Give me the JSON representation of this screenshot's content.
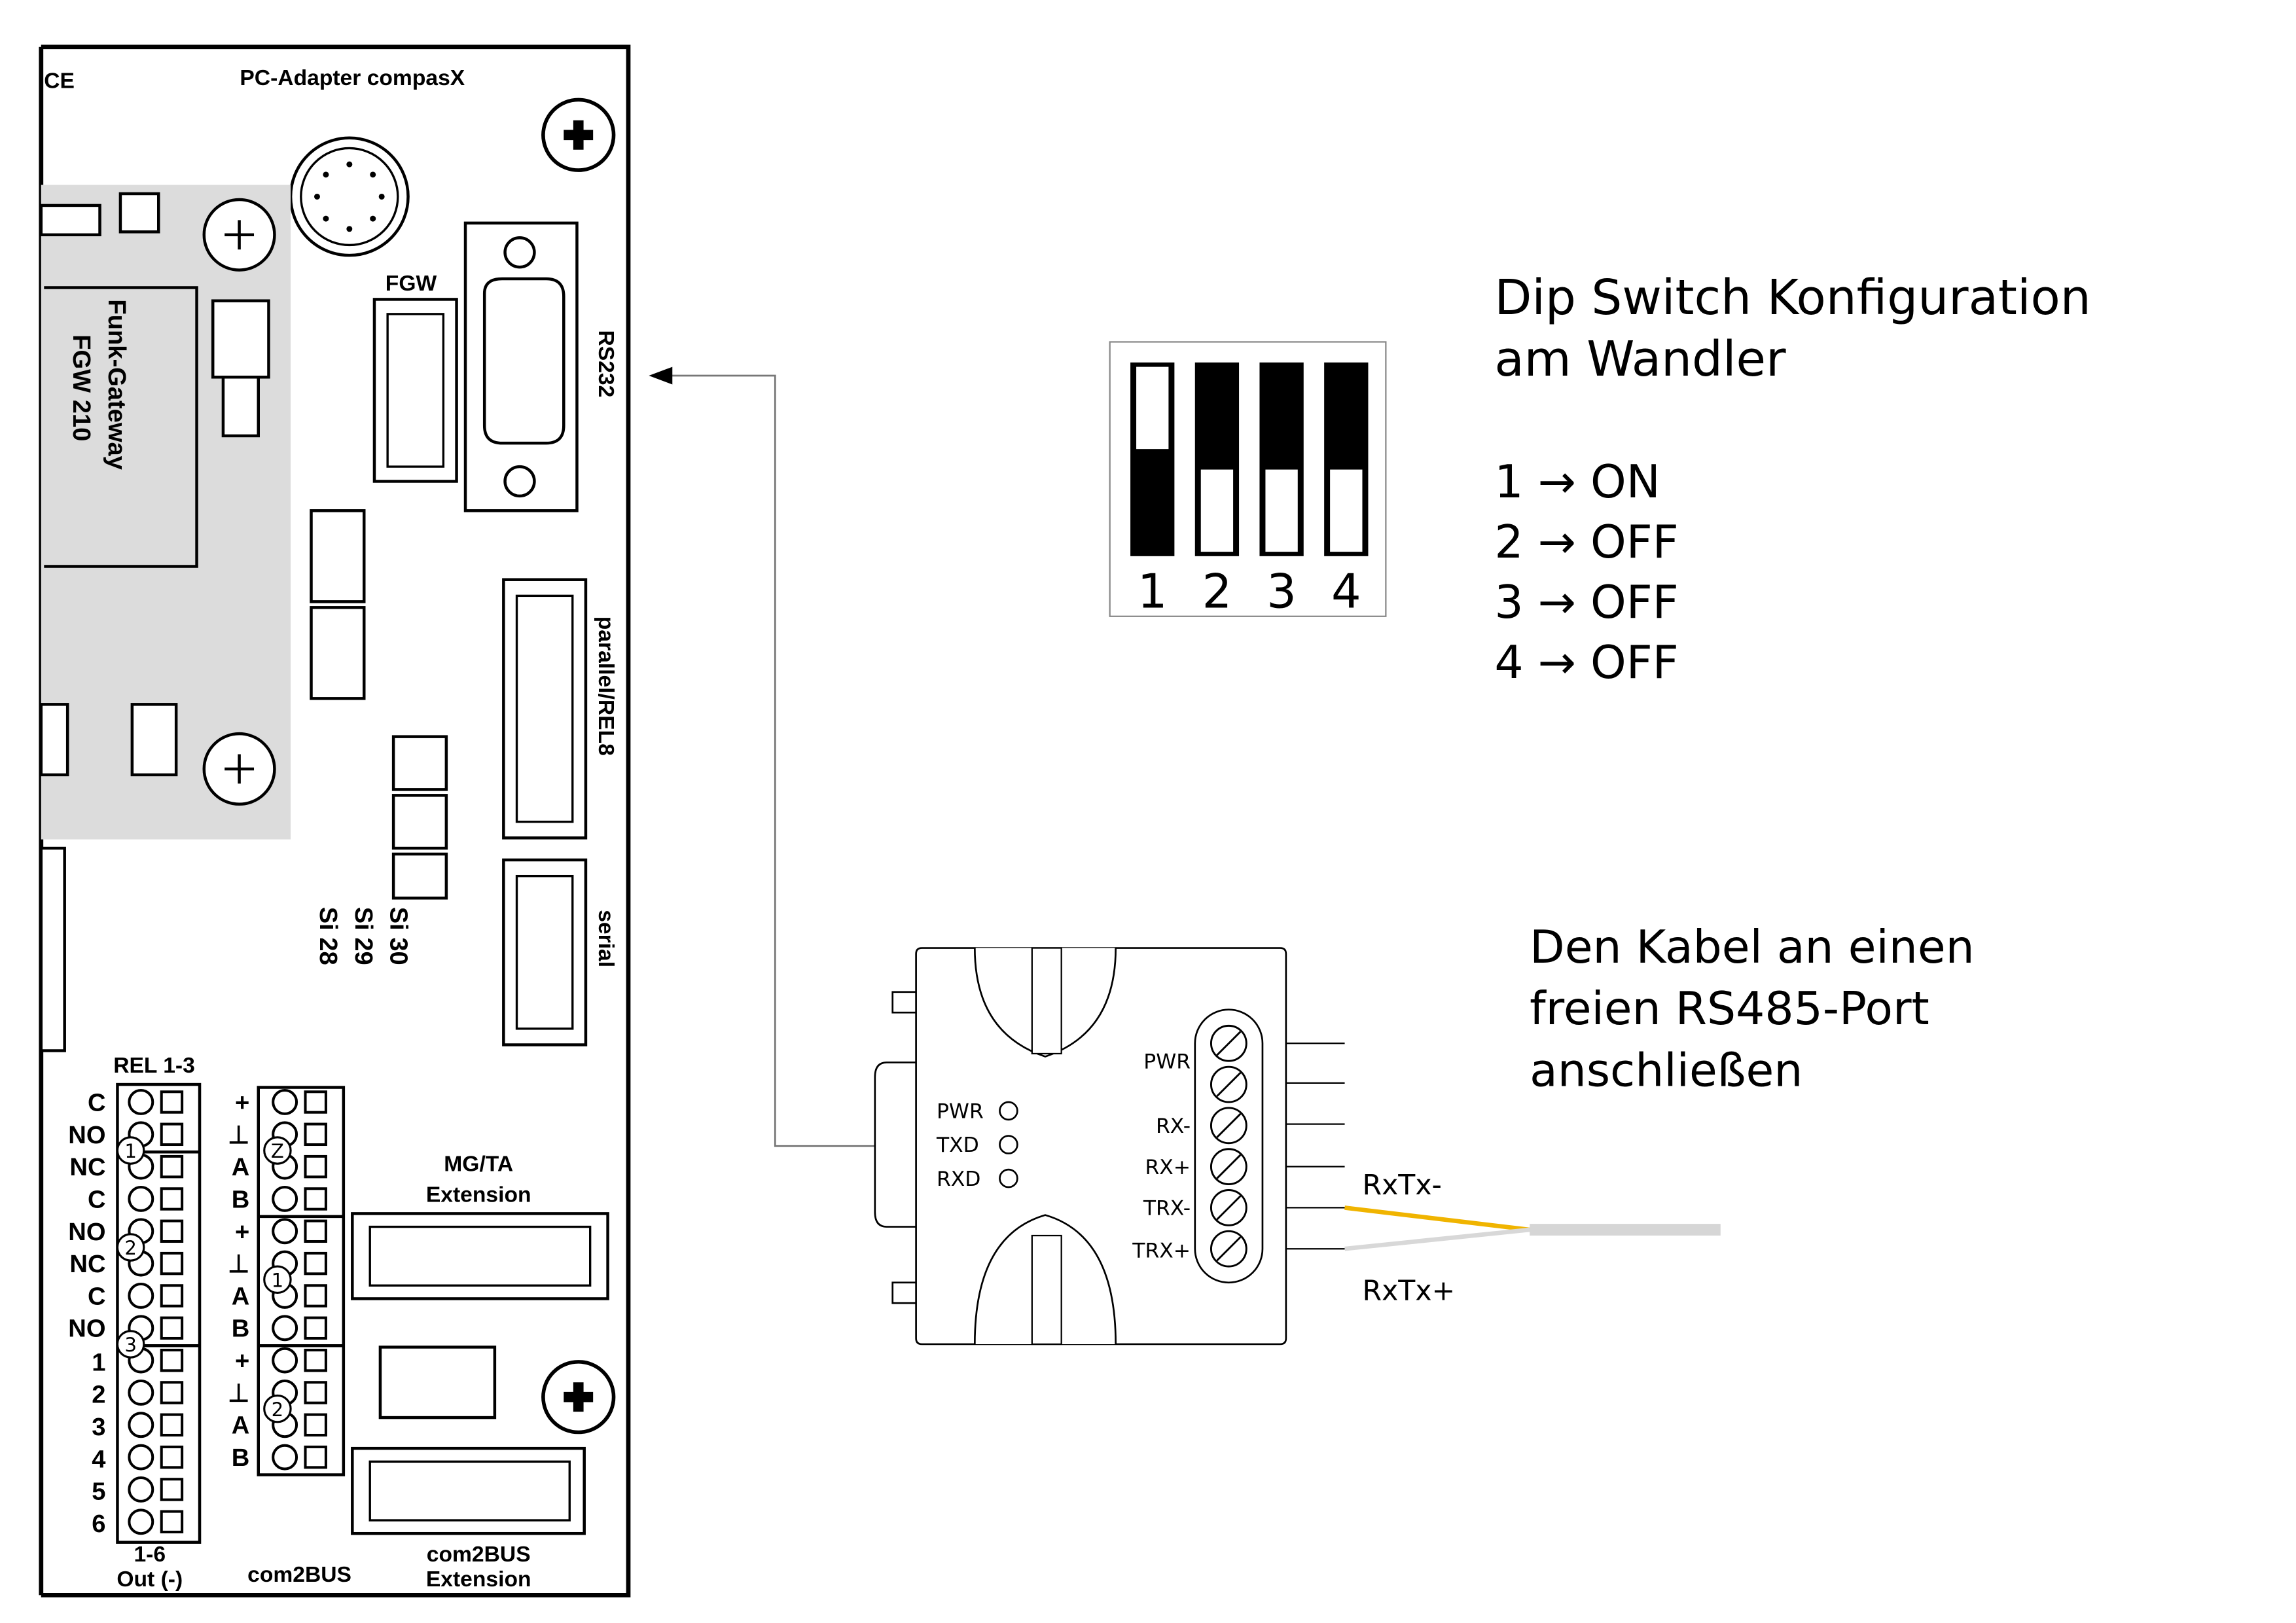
{
  "board": {
    "top_left_label": "CE",
    "pc_adapter": "PC-Adapter compasX",
    "fgw_label": "FGW",
    "rs232_label": "RS232",
    "gateway_line1": "Funk-Gateway",
    "gateway_line2": "FGW 210",
    "parallel_label": "parallel/REL8",
    "serial_label": "serial",
    "si_labels": [
      "Si 28",
      "Si 29",
      "Si 30"
    ],
    "rel_header": "REL 1-3",
    "rel_pins": [
      "C",
      "NO",
      "NC",
      "C",
      "NO",
      "NC",
      "C",
      "NO"
    ],
    "rel_markers": [
      "1",
      "2",
      "3"
    ],
    "out_pins": [
      "1",
      "2",
      "3",
      "4",
      "5",
      "6"
    ],
    "out_footer_line1": "1-6",
    "out_footer_line2": "Out (-)",
    "bus_pins": [
      "+",
      "⊥",
      "A",
      "B",
      "+",
      "⊥",
      "A",
      "B",
      "+",
      "⊥",
      "A",
      "B"
    ],
    "bus_markers": [
      "Z",
      "1",
      "2"
    ],
    "com2bus_label": "com2BUS",
    "mgta_line1": "MG/TA",
    "mgta_line2": "Extension",
    "com2bus_ext_line1": "com2BUS",
    "com2bus_ext_line2": "Extension"
  },
  "dip": {
    "title_line1": "Dip Switch Konfiguration",
    "title_line2": "am Wandler",
    "numbers": [
      "1",
      "2",
      "3",
      "4"
    ],
    "states": [
      "ON",
      "OFF",
      "OFF",
      "OFF"
    ],
    "config_lines": [
      "1 → ON",
      "2 → OFF",
      "3 → OFF",
      "4 → OFF"
    ]
  },
  "converter": {
    "leds": [
      "PWR",
      "TXD",
      "RXD"
    ],
    "terminals": [
      "PWR",
      "RX-",
      "RX+",
      "TRX-",
      "TRX+"
    ]
  },
  "cable": {
    "wire_minus": "RxTx-",
    "wire_plus": "RxTx+",
    "wire_minus_color": "#f0b400",
    "wire_plus_color": "#d8d8d8",
    "cable_color": "#d6d6d6"
  },
  "instruction": {
    "line1": "Den Kabel an einen",
    "line2": "freien RS485-Port",
    "line3": "anschließen"
  }
}
